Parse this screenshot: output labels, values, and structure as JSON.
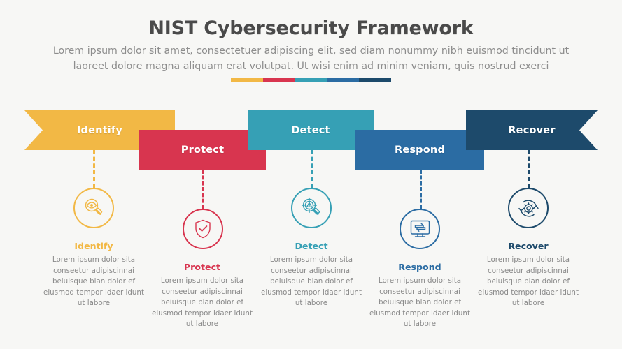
{
  "header": {
    "title": "NIST Cybersecurity Framework",
    "subtitle": "Lorem ipsum dolor sit amet, consectetuer adipiscing elit, sed diam nonummy nibh euismod tincidunt ut laoreet dolore magna aliquam erat volutpat. Ut wisi enim ad minim veniam, quis nostrud exerci"
  },
  "accent_bar": {
    "colors": [
      "#f2b845",
      "#d8354f",
      "#36a0b5",
      "#2b6ca3",
      "#1d4a6b"
    ]
  },
  "stages": [
    {
      "key": "identify",
      "ribbon_label": "Identify",
      "block_title": "Identify",
      "description": "Lorem ipsum dolor sita conseetur adipiscinnai beiuisque blan dolor ef eiusmod tempor idaer idunt ut labore",
      "color": "#f2b845",
      "fold_color": "#d49a2e",
      "icon": "magnifier-eye-icon"
    },
    {
      "key": "protect",
      "ribbon_label": "Protect",
      "block_title": "Protect",
      "description": "Lorem ipsum dolor sita conseetur adipiscinnai beiuisque blan dolor ef eiusmod tempor idaer idunt ut labore",
      "color": "#d8354f",
      "fold_color": "#9e2438",
      "icon": "shield-check-icon"
    },
    {
      "key": "detect",
      "ribbon_label": "Detect",
      "block_title": "Detect",
      "description": "Lorem ipsum dolor sita conseetur adipiscinnai beiuisque blan dolor ef eiusmod tempor idaer idunt ut labore",
      "color": "#36a0b5",
      "fold_color": "#236b85",
      "icon": "magnifier-alert-icon"
    },
    {
      "key": "respond",
      "ribbon_label": "Respond",
      "block_title": "Respond",
      "description": "Lorem ipsum dolor sita conseetur adipiscinnai beiuisque blan dolor ef eiusmod tempor idaer idunt ut labore",
      "color": "#2b6ca3",
      "fold_color": "#1b4b76",
      "icon": "monitor-exchange-icon"
    },
    {
      "key": "recover",
      "ribbon_label": "Recover",
      "block_title": "Recover",
      "description": "Lorem ipsum dolor sita conseetur adipiscinnai beiuisque blan dolor ef eiusmod tempor idaer idunt ut labore",
      "color": "#1d4a6b",
      "fold_color": "#12334b",
      "icon": "gear-refresh-icon"
    }
  ]
}
